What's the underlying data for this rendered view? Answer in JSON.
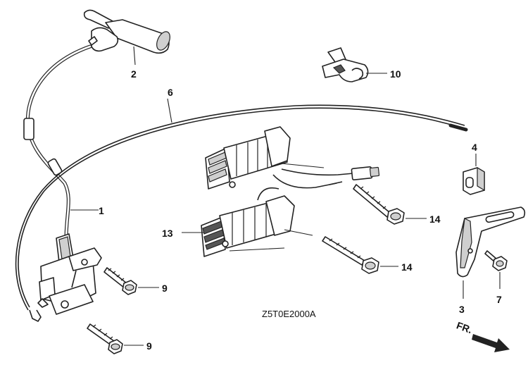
{
  "diagram": {
    "code": "Z5T0E2000A",
    "front_indicator": "FR.",
    "callouts": {
      "ignition_coil": "1",
      "spark_plug_cap": "2",
      "bracket": "3",
      "grommet": "4",
      "stop_wire": "6",
      "screw_small": "7",
      "bolt_lower": "9",
      "bolt_upper": "9",
      "wire_clip": "10",
      "charge_coil": "13",
      "bolt_charge_upper": "14",
      "bolt_charge_lower": "14"
    }
  }
}
